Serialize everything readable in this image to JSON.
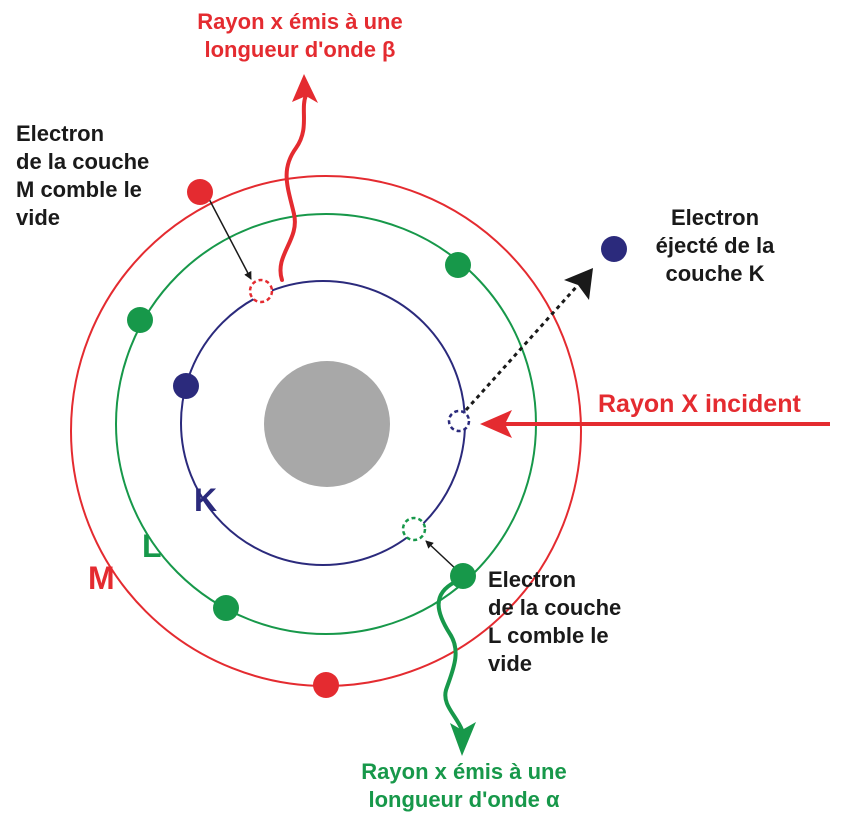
{
  "colors": {
    "red": "#e42b30",
    "green": "#17984a",
    "blue": "#2b2a7c",
    "nucleus": "#a8a8a8",
    "black": "#1a1a1a"
  },
  "labels": {
    "beta_ray": "Rayon x émis à une\nlongueur d'onde β",
    "alpha_ray": "Rayon x émis à une\nlongueur d'onde α",
    "m_fill": "Electron\nde la couche\nM comble le\nvide",
    "l_fill": "Electron\nde la couche\nL comble le\nvide",
    "ejected": "Electron\néjecté de la\ncouche K",
    "incident": "Rayon X incident",
    "shell_k": "K",
    "shell_l": "L",
    "shell_m": "M"
  }
}
